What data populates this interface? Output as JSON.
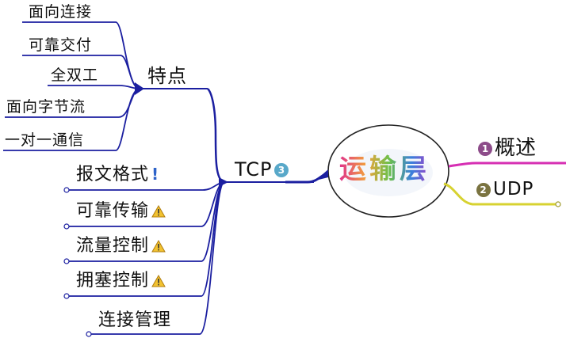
{
  "center": {
    "label": "运输层"
  },
  "top_features": {
    "label": "特点",
    "items": [
      "面向连接",
      "可靠交付",
      "全双工",
      "面向字节流",
      "一对一通信"
    ]
  },
  "tcp": {
    "label": "TCP",
    "number": "3",
    "items": [
      {
        "label": "报文格式",
        "marker": "!"
      },
      {
        "label": "可靠传输",
        "marker": "warning"
      },
      {
        "label": "流量控制",
        "marker": "warning"
      },
      {
        "label": "拥塞控制",
        "marker": "warning"
      },
      {
        "label": "连接管理",
        "marker": ""
      }
    ]
  },
  "right_topics": [
    {
      "number": "1",
      "label": "概述",
      "color": "#b0338e"
    },
    {
      "number": "2",
      "label": "UDP",
      "color": "#9e9a2a"
    }
  ],
  "colors": {
    "tcp_branch": "#1b1fa0",
    "topic1_line": "#d62fb3",
    "topic2_line": "#d7d231",
    "num1": "#8d4c8a",
    "num2": "#7a7340",
    "num3": "#58a8c9"
  }
}
